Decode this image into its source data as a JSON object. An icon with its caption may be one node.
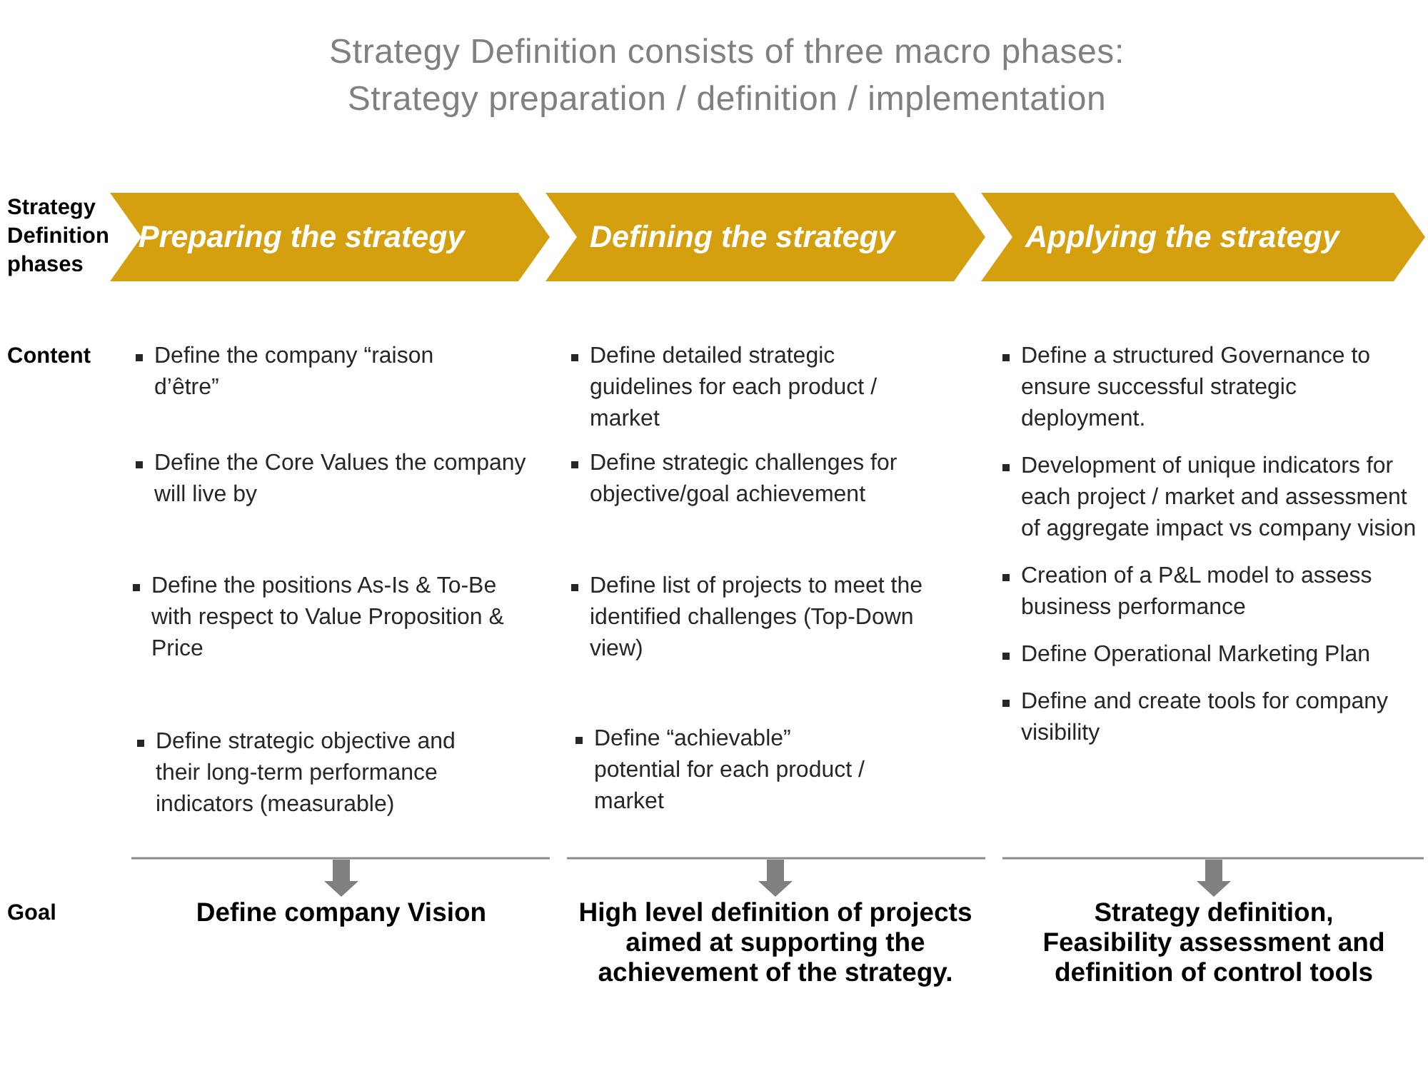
{
  "diagram": {
    "title": "Strategy Definition consists of three macro phases: Strategy preparation / definition / implementation",
    "nodes": [
      {
        "text": [
          "Preparing the strategy"
        ]
      },
      {
        "text": [
          "Defining the strategy"
        ]
      },
      {
        "text": [
          "Applying the strategy"
        ]
      },
      {
        "text": [
          "Define company Vision"
        ]
      },
      {
        "text": [
          "High level definition of projects aimed at supporting the achievement of the strategy."
        ]
      },
      {
        "text": [
          "Strategy definition, Feasibility assessment and definition of control tools"
        ]
      }
    ],
    "edges": [
      {
        "from": null,
        "to": 3,
        "arrow": "to"
      },
      {
        "from": null,
        "to": 4,
        "arrow": "to"
      },
      {
        "from": null,
        "to": 5,
        "arrow": "to"
      }
    ],
    "labels": [
      "Strategy Definition phases",
      "Content",
      "Define the company “raison d’être”",
      "Define the Core Values the company will live by",
      "Define the positions As-Is & To-Be with respect to Value Proposition & Price",
      "Define strategic objective and their long-term performance indicators (measurable)",
      "Define detailed strategic guidelines for each product / market",
      "Define strategic challenges for objective/goal achievement",
      "Define list of projects to meet the identified challenges (Top-Down view)",
      "Define “achievable” potential for each product / market",
      "Define a structured Governance to ensure successful strategic deployment.",
      "Development of unique indicators for each project / market and assessment of aggregate impact vs company vision",
      "Creation of a P&L model to assess business performance",
      "Define Operational Marketing Plan",
      "Define and create tools for company visibility",
      "Goal"
    ]
  }
}
